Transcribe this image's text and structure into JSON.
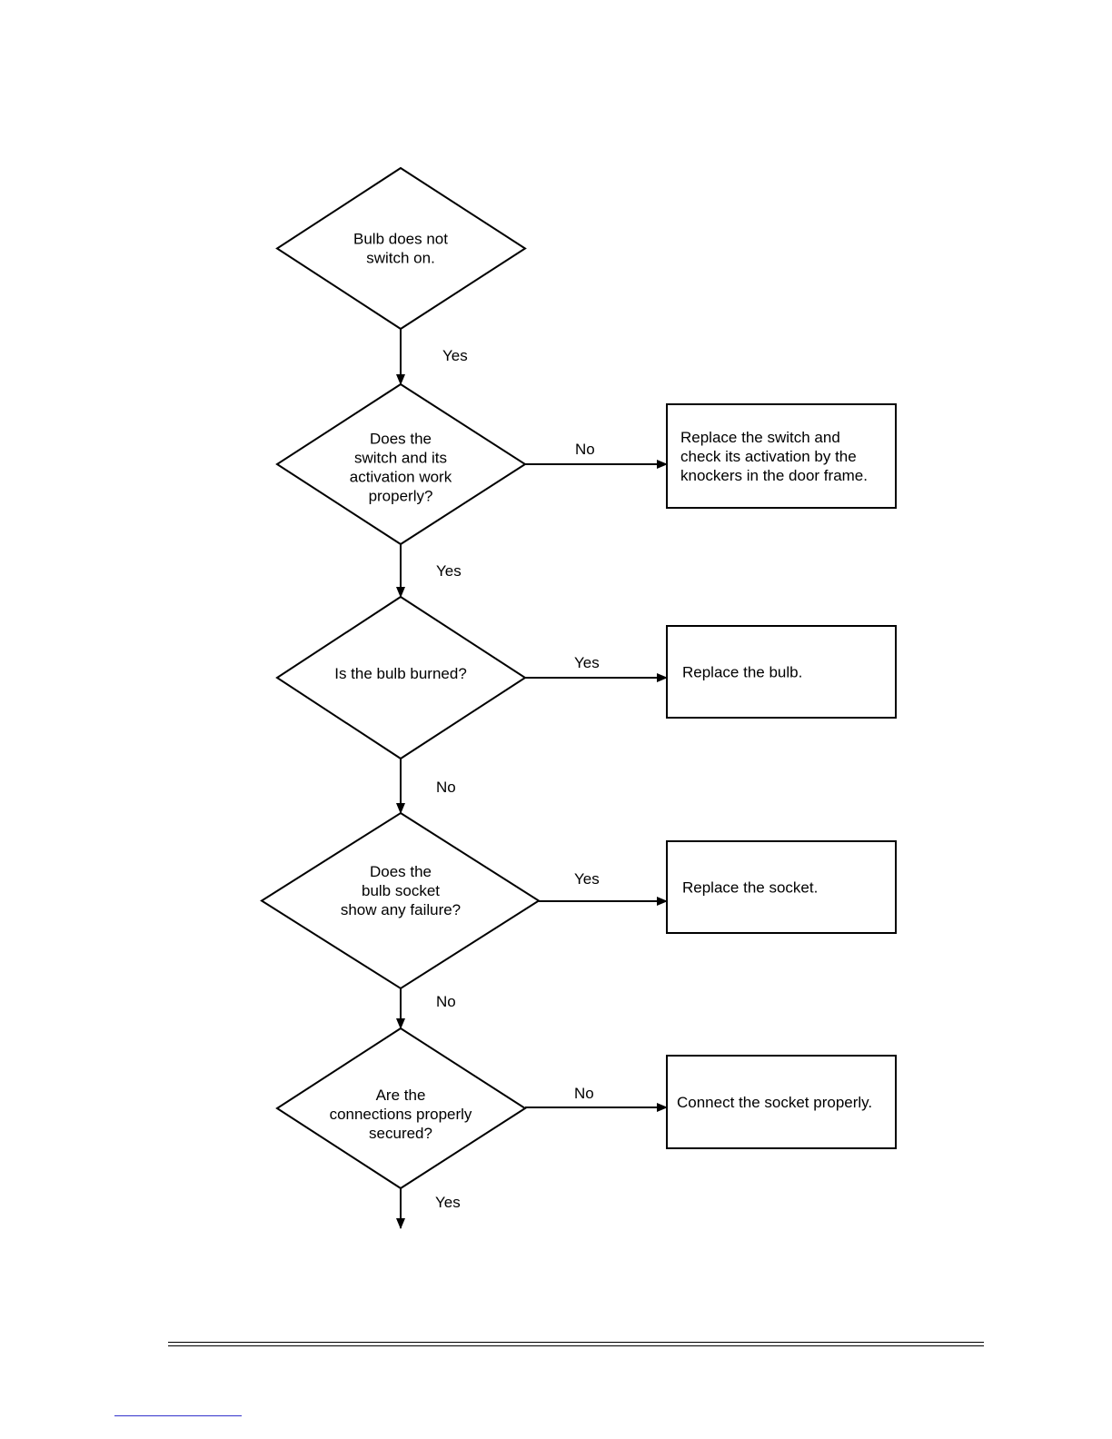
{
  "flowchart": {
    "decisions": [
      {
        "id": "start",
        "lines": [
          "Bulb does not",
          "switch on."
        ]
      },
      {
        "id": "switch",
        "lines": [
          "Does the",
          "switch and its",
          "activation work",
          "properly?"
        ]
      },
      {
        "id": "bulb",
        "lines": [
          "Is the bulb burned?"
        ]
      },
      {
        "id": "socket",
        "lines": [
          "Does the",
          "bulb socket",
          "show any failure?"
        ]
      },
      {
        "id": "connections",
        "lines": [
          "Are the",
          "connections properly",
          "secured?"
        ]
      }
    ],
    "actions": [
      {
        "id": "replace-switch",
        "lines": [
          "Replace the switch and",
          "check its activation by the",
          "knockers in the door frame."
        ]
      },
      {
        "id": "replace-bulb",
        "lines": [
          "Replace the bulb."
        ]
      },
      {
        "id": "replace-socket",
        "lines": [
          "Replace the socket."
        ]
      },
      {
        "id": "connect-socket",
        "lines": [
          "Connect the socket properly."
        ]
      }
    ],
    "vertical_edge_labels": [
      "Yes",
      "Yes",
      "No",
      "No",
      "Yes"
    ],
    "horizontal_edge_labels": [
      "No",
      "Yes",
      "Yes",
      "No"
    ]
  },
  "colors": {
    "stroke": "#000000",
    "background": "#ffffff",
    "link_underline": "#3333cc"
  }
}
